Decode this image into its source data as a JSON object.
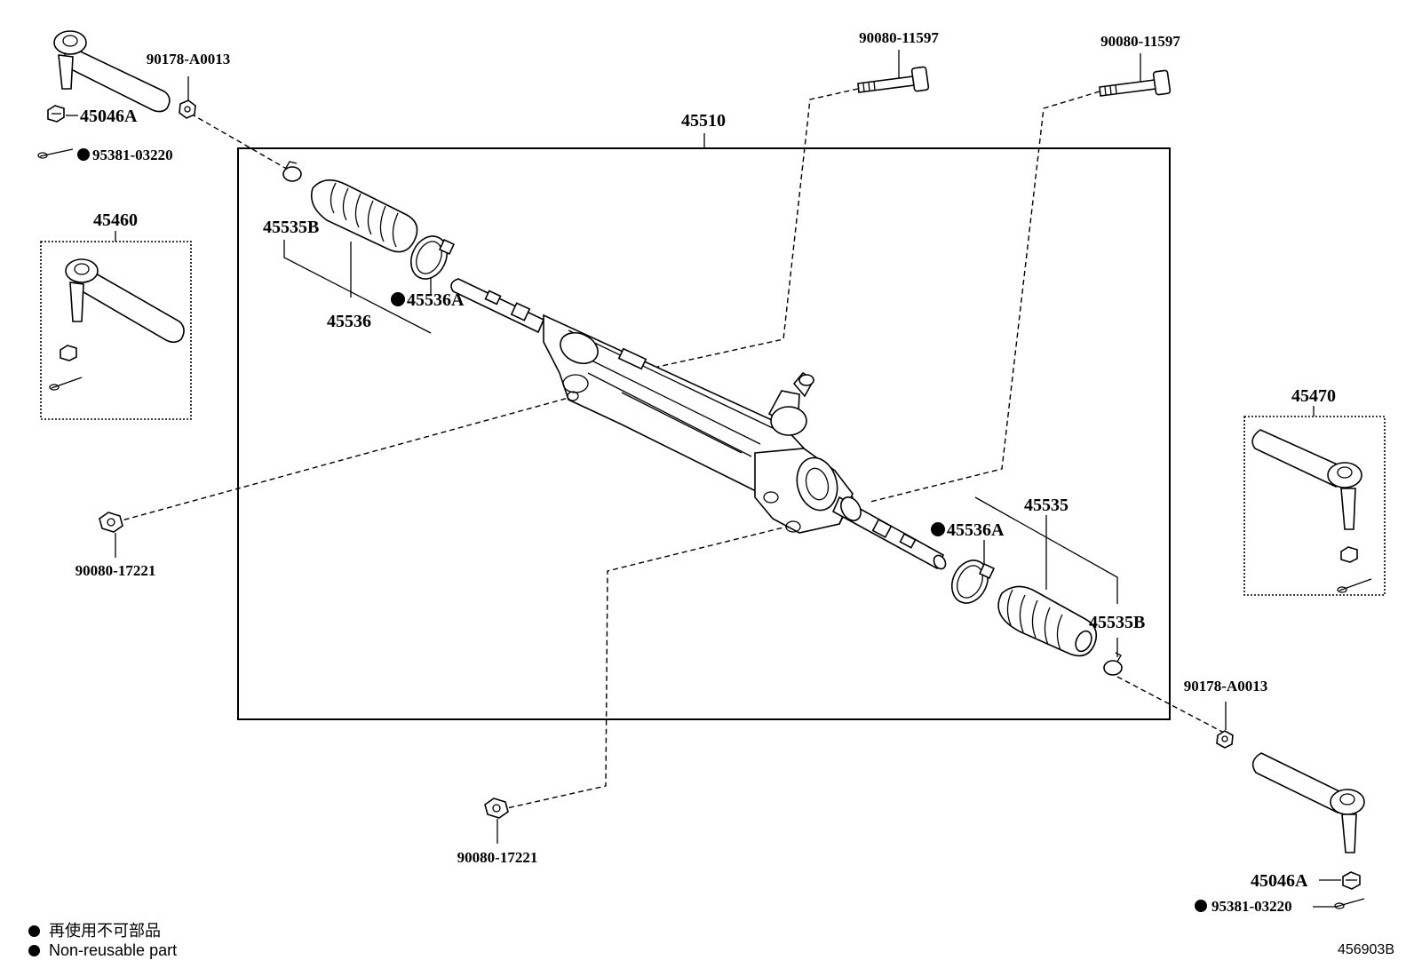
{
  "labels": {
    "assembly": "45510",
    "bolt_left": "90080-11597",
    "bolt_right": "90080-11597",
    "nut_top_left": "90178-A0013",
    "nut_right": "90178-A0013",
    "castle_nut_tl": "45046A",
    "castle_nut_br": "45046A",
    "pin_tl": "95381-03220",
    "pin_br": "95381-03220",
    "tie_rod_end_left": "45460",
    "tie_rod_end_right": "45470",
    "clip_left": "45535B",
    "clip_right": "45535B",
    "boot_left": "45536",
    "boot_right": "45535",
    "clamp_left": "45536A",
    "clamp_right": "45536A",
    "mount_nut_left": "90080-17221",
    "mount_nut_bottom": "90080-17221"
  },
  "legend": {
    "line1": "再使用不可部品",
    "line2": "Non-reusable part"
  },
  "figure_number": "456903B"
}
